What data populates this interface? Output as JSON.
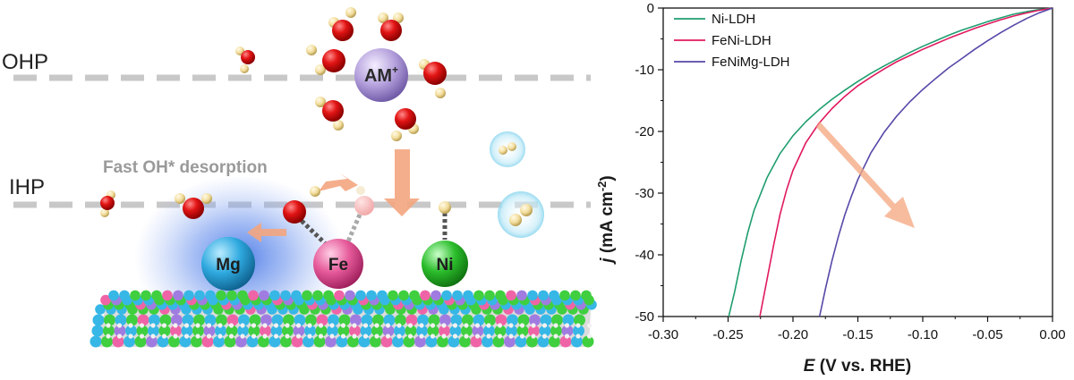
{
  "diagram": {
    "ohp_label": "OHP",
    "ihp_label": "IHP",
    "cation_label": "AM",
    "cation_charge": "+",
    "desorption_label": "Fast OH* desorption",
    "atoms": {
      "mg": "Mg",
      "fe": "Fe",
      "ni": "Ni"
    }
  },
  "colors": {
    "oxygen": "#e21414",
    "hydrogen": "#f2dc9a",
    "mg": "#2fa9df",
    "fe": "#e65a9a",
    "ni": "#2bbd2b",
    "cation": "#b4a0dc",
    "arrow": "#f4a57e",
    "glow": "#4a78e6",
    "ni_ldh": "#1f9e6e",
    "feni_ldh": "#e0195f",
    "fenimg_ldh": "#5548a8"
  },
  "chart_data": {
    "type": "line",
    "xlabel": "E (V vs. RHE)",
    "ylabel": "j (mA cm-2)",
    "xlim": [
      -0.3,
      0.0
    ],
    "ylim": [
      -50,
      0
    ],
    "x_ticks": [
      "-0.30",
      "-0.25",
      "-0.20",
      "-0.15",
      "-0.10",
      "-0.05",
      "0.00"
    ],
    "y_ticks": [
      "0",
      "-10",
      "-20",
      "-30",
      "-40",
      "-50"
    ],
    "legend_position": "top-left",
    "series": [
      {
        "name": "Ni-LDH",
        "color": "#1f9e6e",
        "x": [
          -0.2495,
          -0.245,
          -0.24,
          -0.235,
          -0.23,
          -0.22,
          -0.21,
          -0.2,
          -0.19,
          -0.18,
          -0.17,
          -0.16,
          -0.15,
          -0.14,
          -0.13,
          -0.12,
          -0.11,
          -0.1,
          -0.09,
          -0.08,
          -0.07,
          -0.06,
          -0.05,
          -0.04,
          -0.03,
          -0.02,
          -0.01,
          0.0
        ],
        "y": [
          -50,
          -46,
          -41,
          -36.5,
          -32.8,
          -27.5,
          -23.6,
          -20.7,
          -18.4,
          -16.5,
          -14.8,
          -13.3,
          -11.9,
          -10.6,
          -9.4,
          -8.3,
          -7.2,
          -6.2,
          -5.3,
          -4.4,
          -3.6,
          -2.9,
          -2.2,
          -1.6,
          -1.0,
          -0.6,
          -0.25,
          0
        ]
      },
      {
        "name": "FeNi-LDH",
        "color": "#e0195f",
        "x": [
          -0.2255,
          -0.22,
          -0.215,
          -0.21,
          -0.205,
          -0.2,
          -0.19,
          -0.18,
          -0.17,
          -0.16,
          -0.15,
          -0.14,
          -0.13,
          -0.12,
          -0.11,
          -0.1,
          -0.09,
          -0.08,
          -0.07,
          -0.06,
          -0.05,
          -0.04,
          -0.03,
          -0.02,
          -0.01,
          0.0
        ],
        "y": [
          -50,
          -44,
          -38.5,
          -33.5,
          -29.5,
          -26.3,
          -21.8,
          -18.7,
          -16.3,
          -14.3,
          -12.6,
          -11.2,
          -9.9,
          -8.7,
          -7.7,
          -6.7,
          -5.8,
          -4.9,
          -4.1,
          -3.3,
          -2.6,
          -1.9,
          -1.3,
          -0.8,
          -0.35,
          0
        ]
      },
      {
        "name": "FeNiMg-LDH",
        "color": "#5548a8",
        "x": [
          -0.1795,
          -0.175,
          -0.17,
          -0.165,
          -0.16,
          -0.155,
          -0.15,
          -0.14,
          -0.13,
          -0.12,
          -0.11,
          -0.1,
          -0.09,
          -0.08,
          -0.07,
          -0.06,
          -0.05,
          -0.04,
          -0.03,
          -0.02,
          -0.01,
          0.0
        ],
        "y": [
          -50,
          -45.5,
          -41,
          -37,
          -33.5,
          -30.5,
          -27.8,
          -23.5,
          -20.2,
          -17.5,
          -15.2,
          -13.2,
          -11.4,
          -9.7,
          -8.2,
          -6.7,
          -5.3,
          -4.0,
          -2.8,
          -1.7,
          -0.75,
          0
        ]
      }
    ]
  }
}
